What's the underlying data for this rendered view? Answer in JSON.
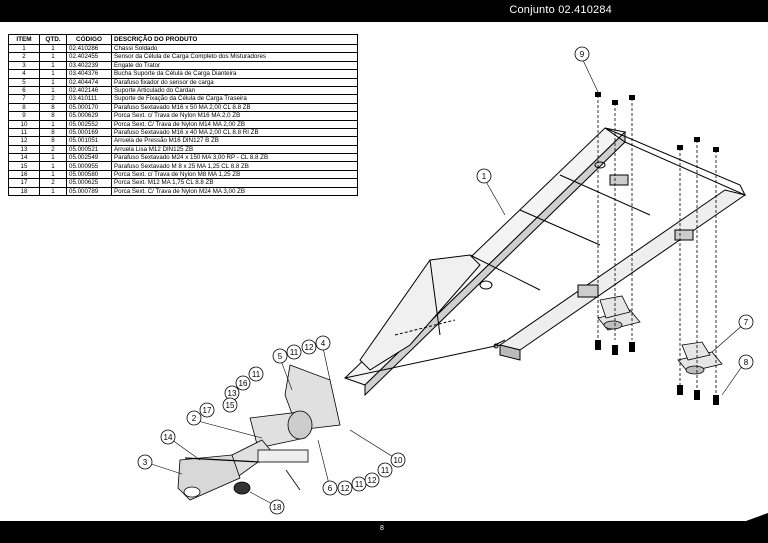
{
  "header": {
    "title": "Conjunto 02.410284"
  },
  "footer": {
    "page_number": "8"
  },
  "parts_table": {
    "headers": {
      "item": "ITEM",
      "qty": "QTD.",
      "code": "CÓDIGO",
      "description": "DESCRIÇÃO DO PRODUTO"
    },
    "rows": [
      {
        "item": "1",
        "qty": "1",
        "code": "02.410286",
        "description": "Chassi Soldado"
      },
      {
        "item": "2",
        "qty": "1",
        "code": "02.402455",
        "description": "Sensor da Célula de Carga Completo dos Misturadores"
      },
      {
        "item": "3",
        "qty": "1",
        "code": "03.402239",
        "description": "Engate do Trator"
      },
      {
        "item": "4",
        "qty": "1",
        "code": "03.404376",
        "description": "Bucha Suporte da Célula de Carga Dianteira"
      },
      {
        "item": "5",
        "qty": "1",
        "code": "02.404474",
        "description": "Parafuso fixador do sensor de carga"
      },
      {
        "item": "6",
        "qty": "1",
        "code": "02.402146",
        "description": "Suporte Articulado do Cardan"
      },
      {
        "item": "7",
        "qty": "2",
        "code": "03.410111",
        "description": "Suporte de Fixação da Célula de Carga Traseira"
      },
      {
        "item": "8",
        "qty": "8",
        "code": "05.000170",
        "description": "Parafuso Sextavado M16 x 50 MA 2,00 CL 8.8 ZB"
      },
      {
        "item": "9",
        "qty": "8",
        "code": "05.000629",
        "description": "Porca Sext. c/ Trava de Nylon M16 MA 2,0 ZB"
      },
      {
        "item": "10",
        "qty": "1",
        "code": "05.002552",
        "description": "Porca Sext. C/ Trava de Nylon M14 MA 2,00 ZB"
      },
      {
        "item": "11",
        "qty": "8",
        "code": "05.000169",
        "description": "Parafuso Sextavado  M16 x 40 MA 2,00 CL 8.8 RI ZB"
      },
      {
        "item": "12",
        "qty": "8",
        "code": "05.001051",
        "description": "Arruela de Pressão M16 DIN127 B ZB"
      },
      {
        "item": "13",
        "qty": "2",
        "code": "05.000521",
        "description": "Arruela Lisa M12 DIN125 ZB"
      },
      {
        "item": "14",
        "qty": "1",
        "code": "05.002549",
        "description": "Parafuso Sextavado M24 x 150 MA 3,00 RP - CL 8.8 ZB"
      },
      {
        "item": "15",
        "qty": "1",
        "code": "05.000955",
        "description": "Parafuso Sextavado  M 8 x 25 MA 1,25 CL 8.8 ZB"
      },
      {
        "item": "16",
        "qty": "1",
        "code": "05.000580",
        "description": "Porca Sext. c/ Trava de Nylon M8 MA 1,25 ZB"
      },
      {
        "item": "17",
        "qty": "2",
        "code": "05.000625",
        "description": "Porca Sext. M12 MA 1,75 CL 8.8 ZB"
      },
      {
        "item": "18",
        "qty": "1",
        "code": "05.000789",
        "description": "Porca Sext. C/ Trava de Nylon M24 MA 3,00 ZB"
      }
    ]
  },
  "callouts": [
    "9",
    "1",
    "7",
    "8",
    "2",
    "3",
    "4",
    "5",
    "6",
    "10",
    "11",
    "12",
    "13",
    "14",
    "15",
    "16",
    "17",
    "18"
  ]
}
